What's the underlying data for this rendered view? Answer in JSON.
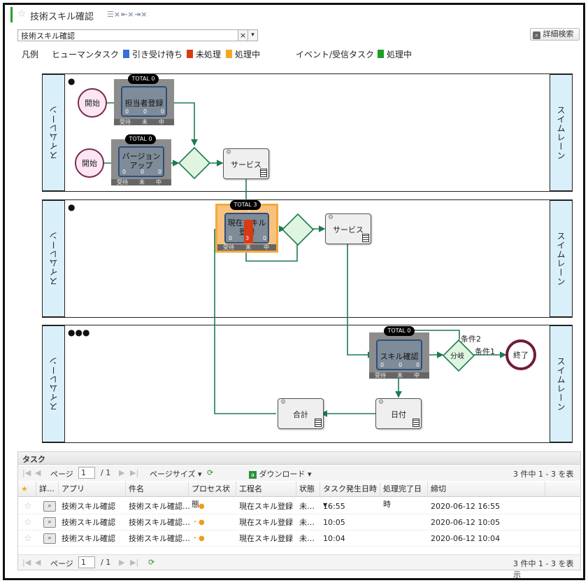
{
  "app": {
    "title": "技術スキル確認"
  },
  "search": {
    "value": "技術スキル確認",
    "clear_icon": "×",
    "dropdown_icon": "▾",
    "detail_search_label": "詳細検索"
  },
  "legend": {
    "label": "凡例",
    "human_task_label": "ヒューマンタスク",
    "items": [
      {
        "label": "引き受け待ち",
        "color": "#3a6fd8"
      },
      {
        "label": "未処理",
        "color": "#d93a14"
      },
      {
        "label": "処理中",
        "color": "#f5a623"
      }
    ],
    "event_task_label": "イベント/受信タスク",
    "event_items": [
      {
        "label": "処理中",
        "color": "#1e9e28"
      }
    ]
  },
  "diagram": {
    "lane_label": "スイムレーン",
    "start_label": "開始",
    "end_label": "終了",
    "task1": {
      "name": "担当者登録",
      "total": "TOTAL 0",
      "c1": "0",
      "c2": "0",
      "c3": "0",
      "f1": "受待",
      "f2": "未",
      "f3": "中"
    },
    "task2": {
      "name1": "バージョン",
      "name2": "アップ",
      "total": "TOTAL 0",
      "c1": "0",
      "c2": "0",
      "c3": "0",
      "f1": "受待",
      "f2": "未",
      "f3": "中"
    },
    "task3": {
      "name1": "現在スキル",
      "name2": "登録",
      "total": "TOTAL 3",
      "top_count": "3",
      "c1": "0",
      "c2": "3",
      "c3": "0",
      "f1": "受待",
      "f2": "未",
      "f3": "中"
    },
    "task4": {
      "name": "スキル確認",
      "total": "TOTAL 0",
      "c1": "0",
      "c2": "0",
      "c3": "0",
      "f1": "受待",
      "f2": "未",
      "f3": "中"
    },
    "service1": "サービス",
    "service2": "サービス",
    "sum_service": "合計",
    "date_service": "日付",
    "branch_label": "分岐",
    "cond1": "条件1",
    "cond2": "条件2"
  },
  "panel": {
    "title": "タスク",
    "page_label": "ページ",
    "page_value": "1",
    "page_total": "/ 1",
    "page_size_label": "ページサイズ",
    "download_label": "ダウンロード",
    "count_label": "3 件中 1 - 3 を表示",
    "columns": [
      "詳…",
      "アプリ",
      "件名",
      "プロセス状態",
      "工程名",
      "状態",
      "タスク発生日時",
      "処理完了日時",
      "締切"
    ],
    "rows": [
      {
        "app": "技術スキル確認",
        "subject": "技術スキル確認…",
        "process": "・●",
        "step": "現在スキル登録",
        "state": "未…",
        "occurred": "16:55",
        "done": "",
        "deadline": "2020-06-12 16:55"
      },
      {
        "app": "技術スキル確認",
        "subject": "技術スキル確認…",
        "process": "・●",
        "step": "現在スキル登録",
        "state": "未…",
        "occurred": "10:05",
        "done": "",
        "deadline": "2020-06-12 10:05"
      },
      {
        "app": "技術スキル確認",
        "subject": "技術スキル確認…",
        "process": "・●",
        "step": "現在スキル登録",
        "state": "未…",
        "occurred": "10:04",
        "done": "",
        "deadline": "2020-06-12 10:04"
      }
    ]
  }
}
